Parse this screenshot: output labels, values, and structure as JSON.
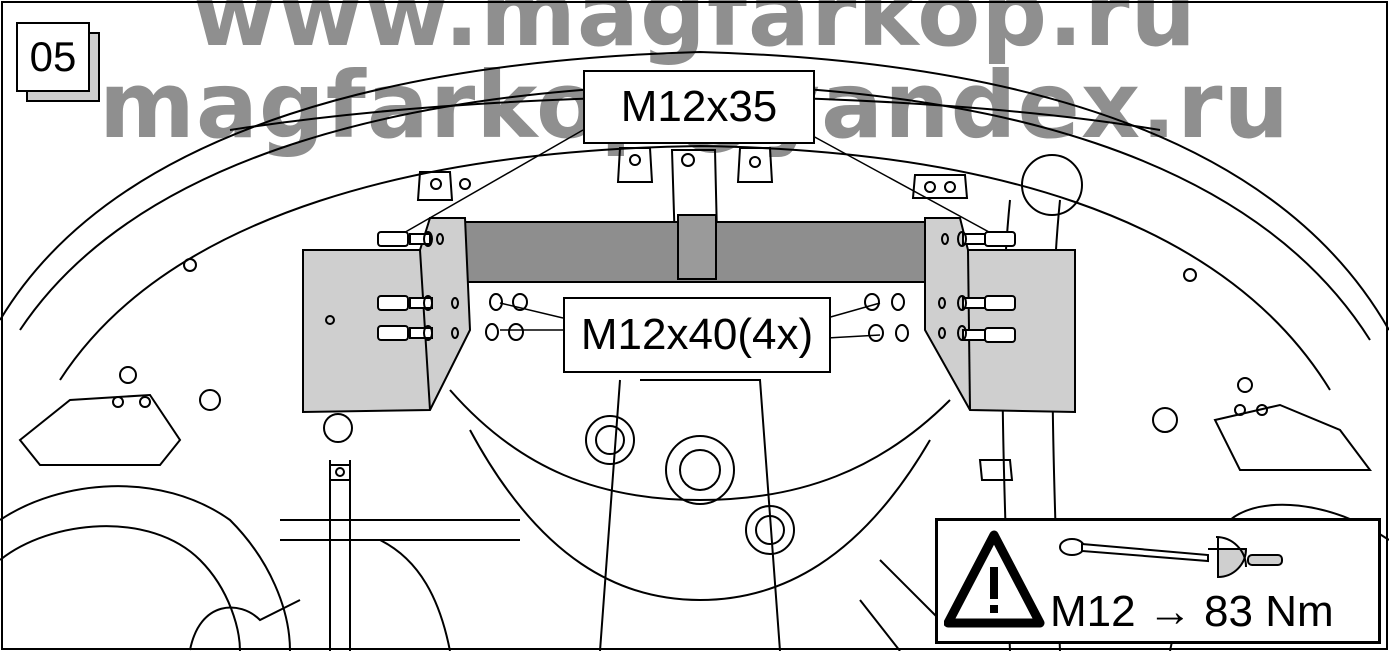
{
  "watermark": {
    "line1": "www.magfarkop.ru",
    "line2": "magfarkop@yandex.ru"
  },
  "step_number": "05",
  "labels": {
    "top_bolt": "M12x35",
    "side_bolts": "M12x40(4x)"
  },
  "torque": {
    "text": "M12 → 83 Nm",
    "icons": [
      "warning-triangle-icon",
      "torque-wrench-icon"
    ]
  },
  "colors": {
    "ink": "#000000",
    "part_fill": "#cfcfcf",
    "crossbar_fill": "#8e8e8e",
    "watermark": "#8f8f8f"
  }
}
